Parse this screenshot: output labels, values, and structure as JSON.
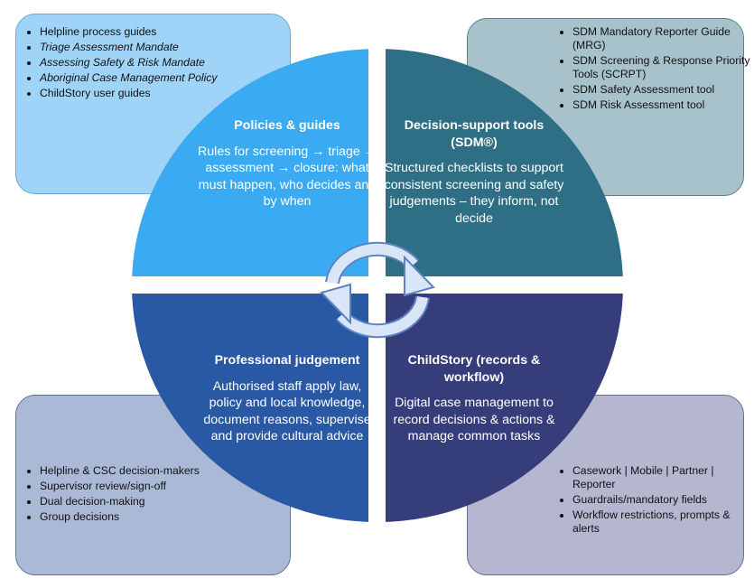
{
  "boxes": {
    "top_left": [
      "Helpline process guides",
      "Triage Assessment Mandate",
      "Assessing Safety & Risk Mandate",
      "Aboriginal Case Management Policy",
      "ChildStory user guides"
    ],
    "top_right": [
      "SDM Mandatory Reporter Guide (MRG)",
      "SDM Screening & Response Priority Tools (SCRPT)",
      "SDM Safety Assessment tool",
      "SDM Risk Assessment tool"
    ],
    "bottom_left": [
      "Helpline & CSC decision-makers",
      "Supervisor review/sign-off",
      "Dual decision-making",
      "Group decisions"
    ],
    "bottom_right": [
      "Casework | Mobile | Partner | Reporter",
      "Guardrails/mandatory fields",
      "Workflow restrictions, prompts & alerts"
    ]
  },
  "quadrants": {
    "policies": {
      "title": "Policies & guides",
      "body": "Rules for screening → triage → assessment → closure: what must happen, who decides and by when",
      "color": "#3aaaf2"
    },
    "decision_support": {
      "title": "Decision-support tools (SDM®)",
      "body": "Structured checklists to support consistent screening and safety judgements – they inform, not decide",
      "color": "#2e6f86"
    },
    "professional": {
      "title": "Professional judgement",
      "body": "Authorised staff apply law, policy and local knowledge, document reasons, supervise and provide cultural advice",
      "color": "#2958a4"
    },
    "childstory": {
      "title": "ChildStory (records & workflow)",
      "body": "Digital case management to record decisions & actions & manage common tasks",
      "color": "#363d7b"
    }
  },
  "center_icon": "cycle-arrows-icon"
}
